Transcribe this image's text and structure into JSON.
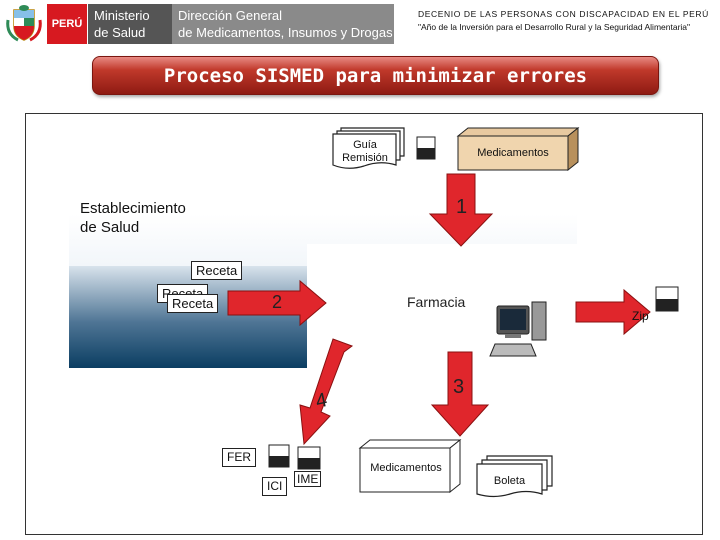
{
  "header": {
    "peru_label": "PERÚ",
    "ministry_line1": "Ministerio",
    "ministry_line2": "de Salud",
    "directorate_line1": "Dirección General",
    "directorate_line2": "de Medicamentos, Insumos y Drogas",
    "decenio": "DECENIO DE LAS PERSONAS CON DISCAPACIDAD EN EL PERÚ",
    "anio": "\"Año de la Inversión para el Desarrollo Rural y la Seguridad Alimentaria\"",
    "colors": {
      "peru_red": "#d71920",
      "ministry_gray": "#555555",
      "directorate_gray": "#8a8a8a"
    }
  },
  "title": "Proceso SISMED para minimizar errores",
  "diagram": {
    "establecimiento_label": [
      "Establecimiento",
      "de Salud"
    ],
    "farmacia_label": "Farmacia",
    "guia_label": [
      "Guía",
      "Remisión"
    ],
    "medicamentos_top": "Medicamentos",
    "receta_labels": [
      "Receta",
      "Receta",
      "Receta"
    ],
    "step_numbers": [
      "1",
      "2",
      "3",
      "4"
    ],
    "zip_label": "Zip",
    "fer_label": "FER",
    "ici_label": "ICI",
    "ime_label": "IME",
    "medicamentos_bottom": "Medicamentos",
    "boleta_label": "Boleta",
    "icons": [
      "disk-icon",
      "computer-icon"
    ],
    "colors": {
      "arrow_red": "#e0262c",
      "establishment_blue": "#0a4a75"
    }
  }
}
